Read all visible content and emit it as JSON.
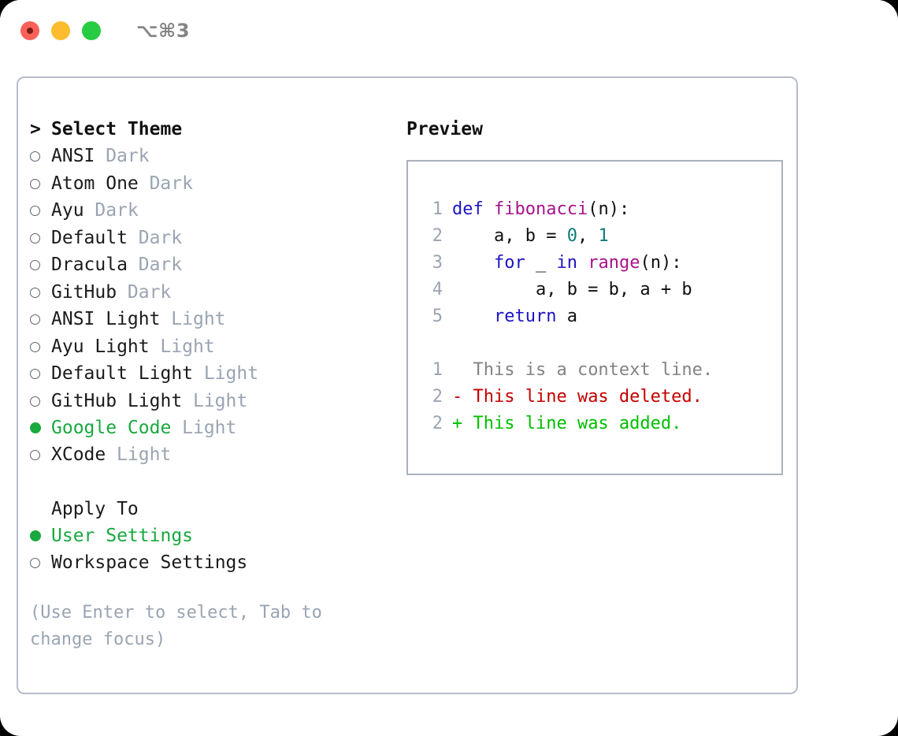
{
  "window": {
    "title": "⌥⌘3",
    "controls": [
      {
        "name": "close",
        "color": "#fa6159"
      },
      {
        "name": "minimize",
        "color": "#fbbd2e"
      },
      {
        "name": "maximize",
        "color": "#26cc41"
      }
    ]
  },
  "theme_picker": {
    "heading": "Select Theme",
    "caret": ">",
    "bullet_empty": "○",
    "bullet_filled": "●",
    "items": [
      {
        "label": "ANSI",
        "tag": "Dark",
        "selected": false
      },
      {
        "label": "Atom One",
        "tag": "Dark",
        "selected": false
      },
      {
        "label": "Ayu",
        "tag": "Dark",
        "selected": false
      },
      {
        "label": "Default",
        "tag": "Dark",
        "selected": false
      },
      {
        "label": "Dracula",
        "tag": "Dark",
        "selected": false
      },
      {
        "label": "GitHub",
        "tag": "Dark",
        "selected": false
      },
      {
        "label": "ANSI Light",
        "tag": "Light",
        "selected": false
      },
      {
        "label": "Ayu Light",
        "tag": "Light",
        "selected": false
      },
      {
        "label": "Default Light",
        "tag": "Light",
        "selected": false
      },
      {
        "label": "GitHub Light",
        "tag": "Light",
        "selected": false
      },
      {
        "label": "Google Code",
        "tag": "Light",
        "selected": true
      },
      {
        "label": "XCode",
        "tag": "Light",
        "selected": false
      }
    ]
  },
  "apply_to": {
    "heading": "Apply To",
    "items": [
      {
        "label": "User Settings",
        "selected": true
      },
      {
        "label": "Workspace Settings",
        "selected": false
      }
    ]
  },
  "hint": "(Use Enter to select, Tab to change focus)",
  "preview": {
    "title": "Preview",
    "code_lines": [
      {
        "lineno": "1",
        "tokens": [
          {
            "text": "def ",
            "type": "kw"
          },
          {
            "text": "fibonacci",
            "type": "fn"
          },
          {
            "text": "(n):",
            "type": "plain"
          }
        ]
      },
      {
        "lineno": "2",
        "tokens": [
          {
            "text": "    a, b = ",
            "type": "plain"
          },
          {
            "text": "0",
            "type": "num"
          },
          {
            "text": ", ",
            "type": "plain"
          },
          {
            "text": "1",
            "type": "num"
          }
        ]
      },
      {
        "lineno": "3",
        "tokens": [
          {
            "text": "    ",
            "type": "plain"
          },
          {
            "text": "for",
            "type": "kw"
          },
          {
            "text": " _ ",
            "type": "plain"
          },
          {
            "text": "in",
            "type": "kw"
          },
          {
            "text": " ",
            "type": "plain"
          },
          {
            "text": "range",
            "type": "fn"
          },
          {
            "text": "(n):",
            "type": "plain"
          }
        ]
      },
      {
        "lineno": "4",
        "tokens": [
          {
            "text": "        a, b = b, a + b",
            "type": "plain"
          }
        ]
      },
      {
        "lineno": "5",
        "tokens": [
          {
            "text": "    ",
            "type": "plain"
          },
          {
            "text": "return",
            "type": "kw"
          },
          {
            "text": " a",
            "type": "plain"
          }
        ]
      }
    ],
    "diff_lines": [
      {
        "lineno": "1",
        "marker": " ",
        "text": " This is a context line.",
        "type": "ctx"
      },
      {
        "lineno": "2",
        "marker": "-",
        "text": " This line was deleted.",
        "type": "del"
      },
      {
        "lineno": "2",
        "marker": "+",
        "text": " This line was added.",
        "type": "add"
      }
    ]
  },
  "colors": {
    "accent_green": "#19a93f",
    "tag_gray": "#9aa4b2",
    "keyword_blue": "#1c14c4",
    "function_magenta": "#a8138a",
    "number_teal": "#0c7b7b",
    "diff_deleted_red": "#c30000",
    "diff_added_green": "#00bf00",
    "context_gray": "#838383",
    "panel_border": "#b6bdc8",
    "preview_border": "#a9b1bd"
  }
}
